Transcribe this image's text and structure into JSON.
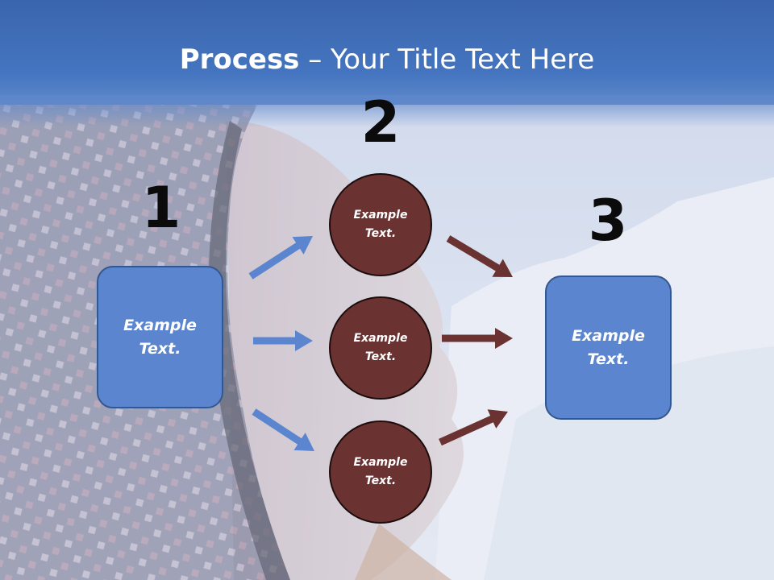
{
  "title": {
    "bold": "Process",
    "rest": " – Your Title Text Here"
  },
  "steps": [
    {
      "number": "1",
      "text": "Example\nText."
    },
    {
      "number": "2",
      "items": [
        "Example\nText.",
        "Example\nText.",
        "Example\nText."
      ]
    },
    {
      "number": "3",
      "text": "Example\nText."
    }
  ],
  "colors": {
    "title_bar": "#4575c0",
    "box_fill": "#5b86cf",
    "box_border": "#33578f",
    "circle_fill": "#6b3232",
    "arrow_blue": "#5b86cf",
    "arrow_brown": "#6b3232"
  }
}
